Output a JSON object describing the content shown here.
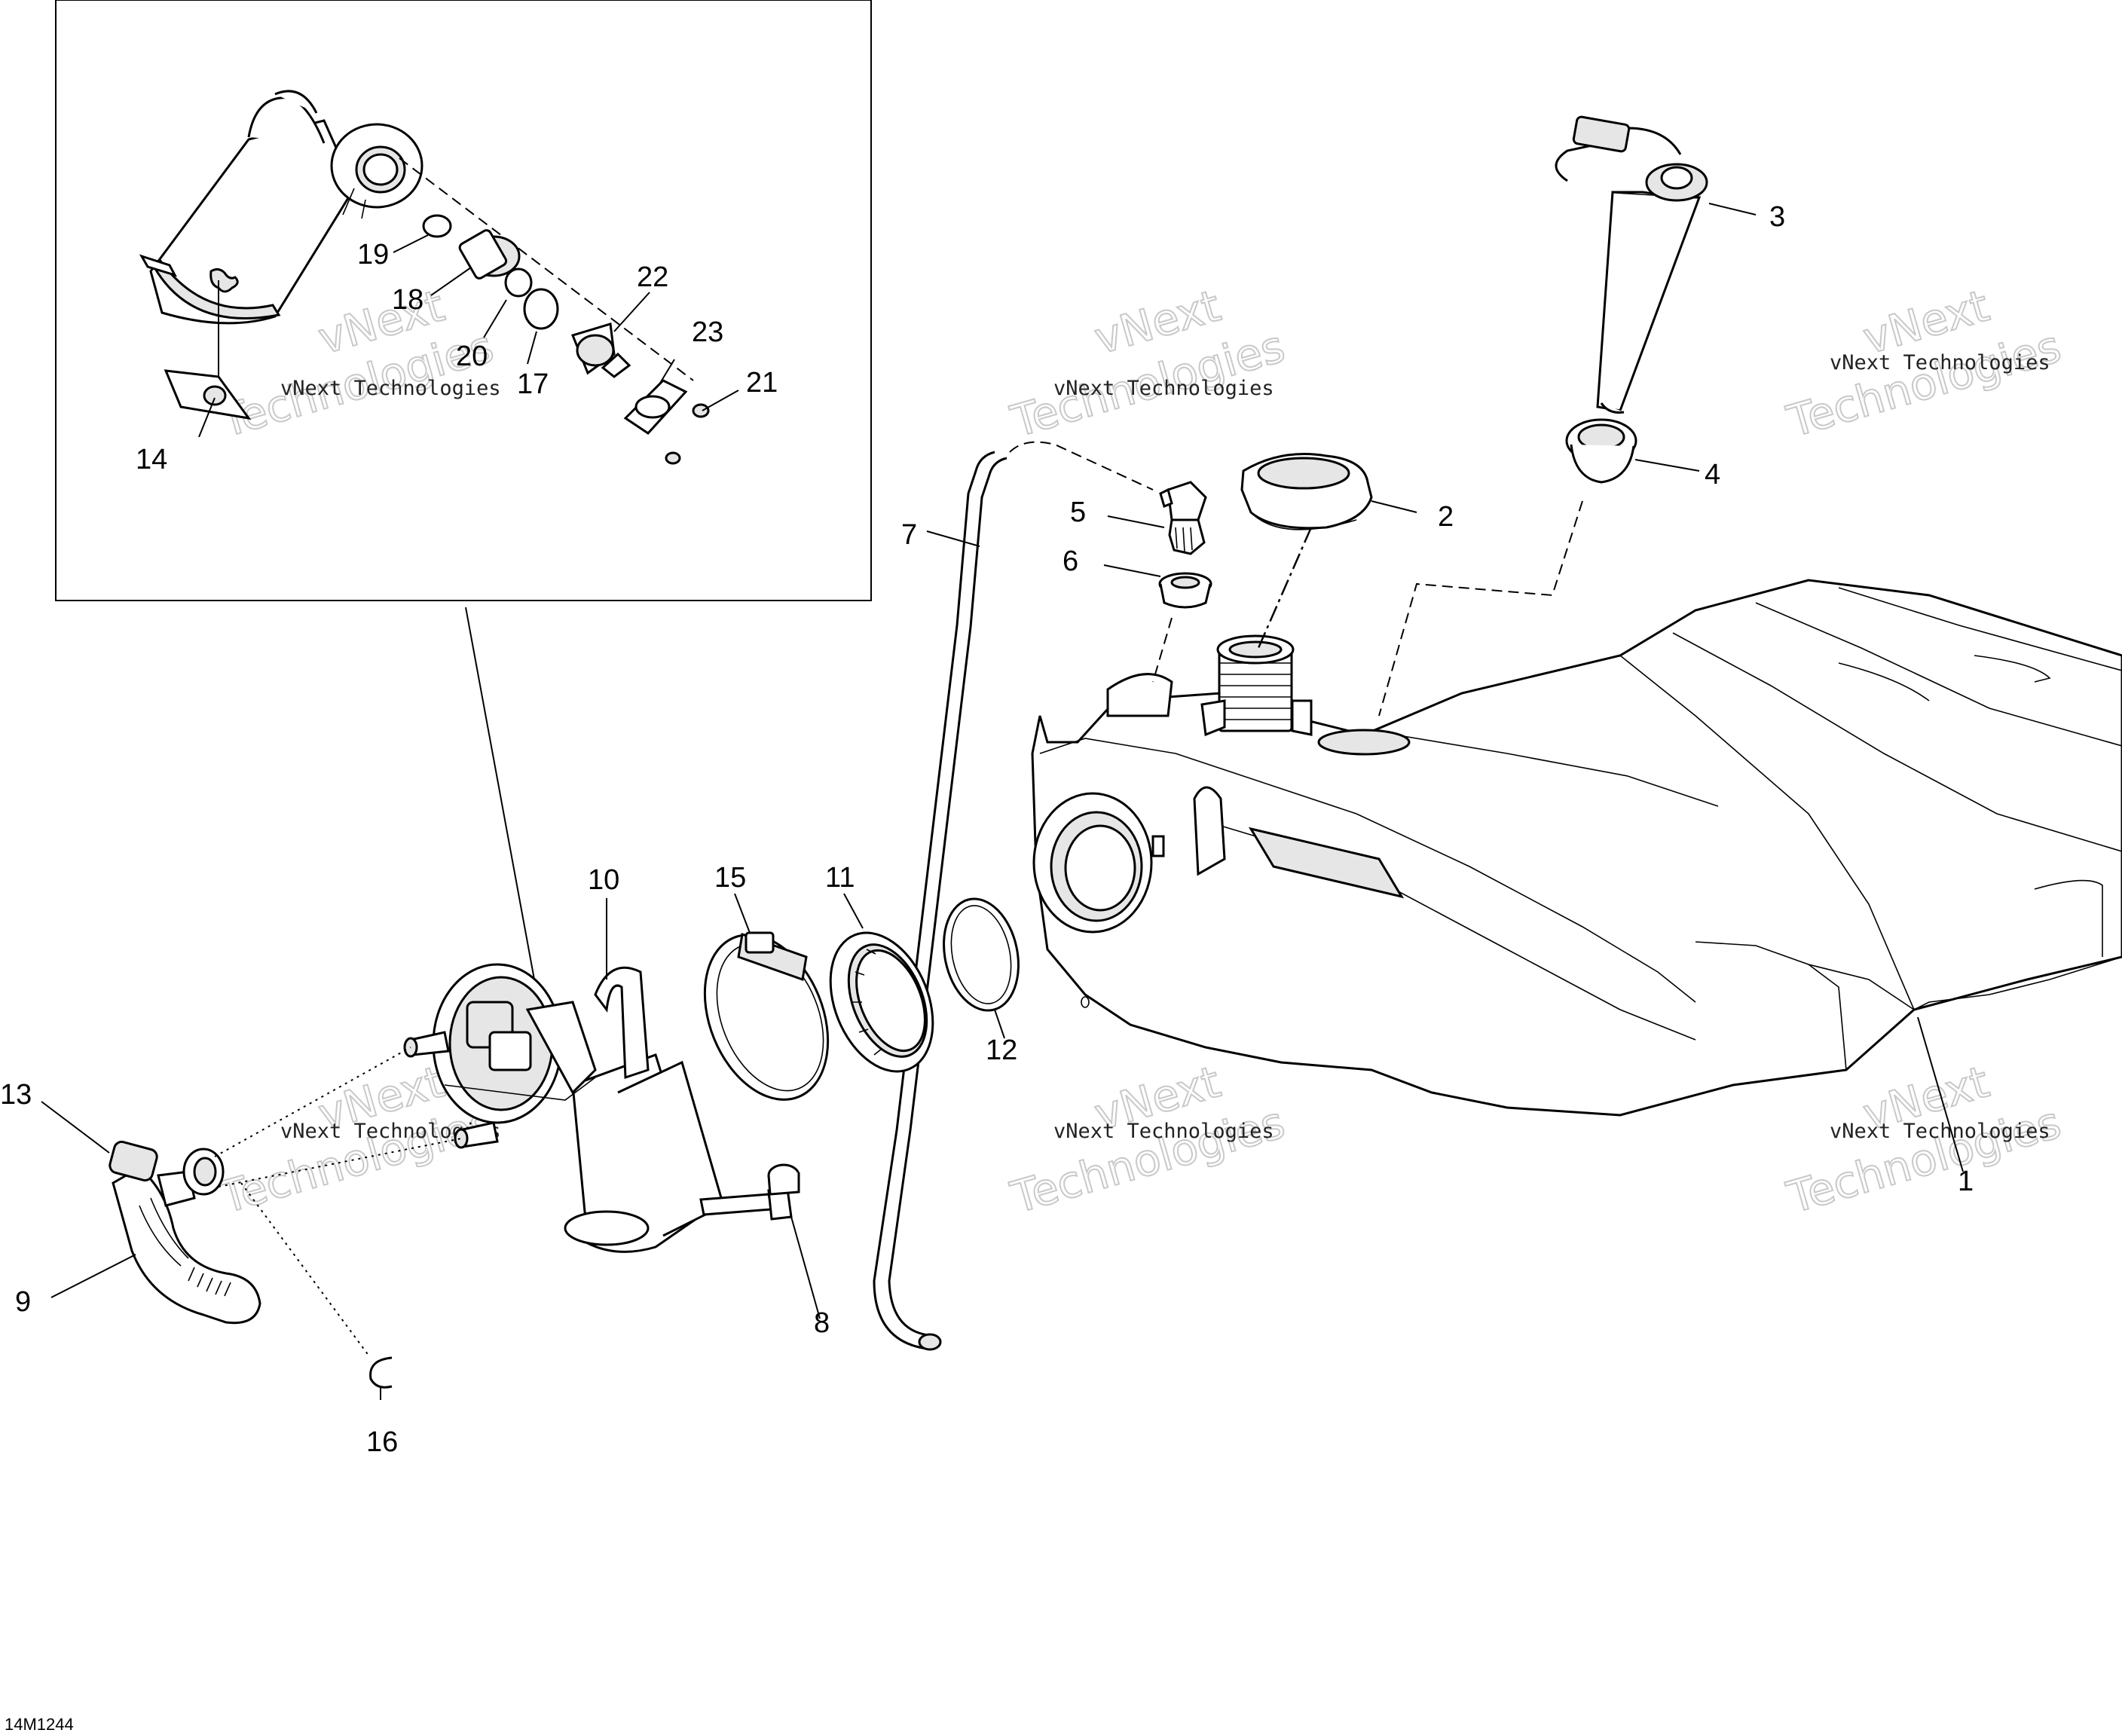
{
  "callouts": [
    {
      "id": "1",
      "label": "1",
      "part": "fuel-tank"
    },
    {
      "id": "2",
      "label": "2",
      "part": "fuel-tank-cap"
    },
    {
      "id": "3",
      "label": "3",
      "part": "fuel-level-sensor"
    },
    {
      "id": "4",
      "label": "4",
      "part": "grommet"
    },
    {
      "id": "5",
      "label": "5",
      "part": "valve"
    },
    {
      "id": "6",
      "label": "6",
      "part": "valve-grommet"
    },
    {
      "id": "7",
      "label": "7",
      "part": "vent-hose"
    },
    {
      "id": "8",
      "label": "8",
      "part": "bolt"
    },
    {
      "id": "9",
      "label": "9",
      "part": "fuel-hose"
    },
    {
      "id": "10",
      "label": "10",
      "part": "fuel-pump-module"
    },
    {
      "id": "11",
      "label": "11",
      "part": "locking-ring"
    },
    {
      "id": "12",
      "label": "12",
      "part": "o-ring"
    },
    {
      "id": "13",
      "label": "13",
      "part": "hose-connector"
    },
    {
      "id": "14",
      "label": "14",
      "part": "float-bracket"
    },
    {
      "id": "15",
      "label": "15",
      "part": "clamp"
    },
    {
      "id": "16",
      "label": "16",
      "part": "retaining-clip"
    },
    {
      "id": "17",
      "label": "17",
      "part": "o-ring-large"
    },
    {
      "id": "18",
      "label": "18",
      "part": "fuel-filter"
    },
    {
      "id": "19",
      "label": "19",
      "part": "o-ring-small"
    },
    {
      "id": "20",
      "label": "20",
      "part": "o-ring-medium"
    },
    {
      "id": "21",
      "label": "21",
      "part": "screw"
    },
    {
      "id": "22",
      "label": "22",
      "part": "pressure-regulator"
    },
    {
      "id": "23",
      "label": "23",
      "part": "gasket-plate"
    }
  ],
  "watermark": {
    "company": "vNext Technologies",
    "line1": "vNext",
    "line2": "Technologies"
  },
  "drawing_code": "14M1244"
}
